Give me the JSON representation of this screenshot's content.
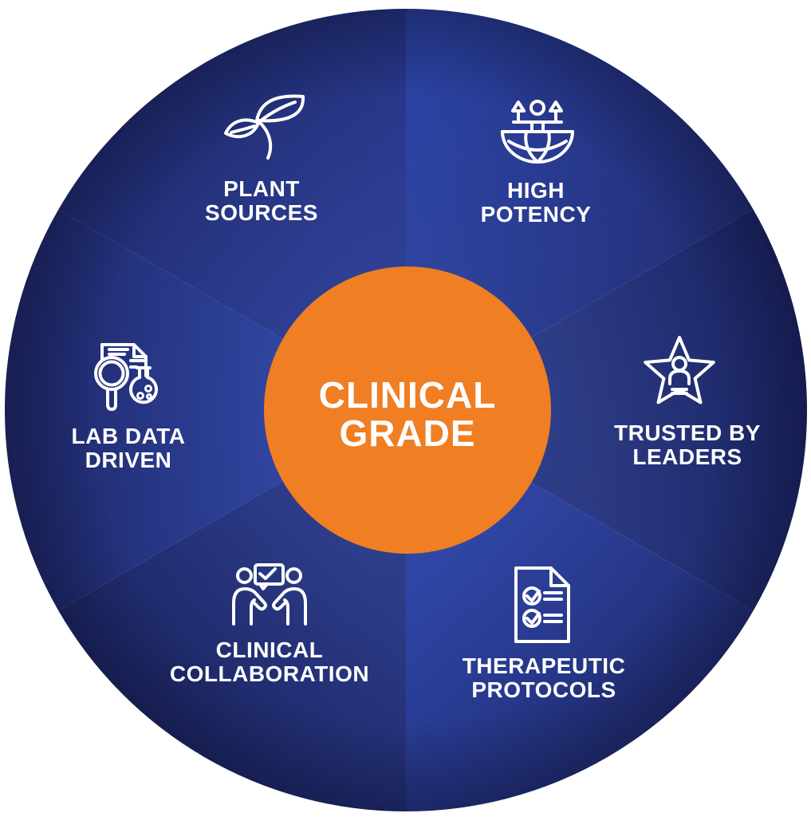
{
  "center": {
    "lines": [
      "CLINICAL",
      "GRADE"
    ]
  },
  "segments": [
    {
      "id": "plant-sources",
      "label_lines": [
        "PLANT",
        "SOURCES"
      ],
      "icon": "plant-leaves-icon",
      "position": "top-left"
    },
    {
      "id": "high-potency",
      "label_lines": [
        "HIGH",
        "POTENCY"
      ],
      "icon": "person-growth-globe-icon",
      "position": "top-right"
    },
    {
      "id": "trusted-by-leaders",
      "label_lines": [
        "TRUSTED BY",
        "LEADERS"
      ],
      "icon": "star-person-icon",
      "position": "right"
    },
    {
      "id": "therapeutic-protocols",
      "label_lines": [
        "THERAPEUTIC",
        "PROTOCOLS"
      ],
      "icon": "checklist-document-icon",
      "position": "bottom-right"
    },
    {
      "id": "clinical-collaboration",
      "label_lines": [
        "CLINICAL",
        "COLLABORATION"
      ],
      "icon": "people-conversation-check-icon",
      "position": "bottom-left"
    },
    {
      "id": "lab-data-driven",
      "label_lines": [
        "LAB DATA",
        "DRIVEN"
      ],
      "icon": "magnifier-document-flask-icon",
      "position": "left"
    }
  ],
  "colors": {
    "background": "#FFFFFF",
    "center_circle_orange": "#F07E22",
    "wheel_blue_light": "#2C42A2",
    "wheel_blue_dark": "#1C2564",
    "icon_and_text": "#FFFFFF"
  }
}
